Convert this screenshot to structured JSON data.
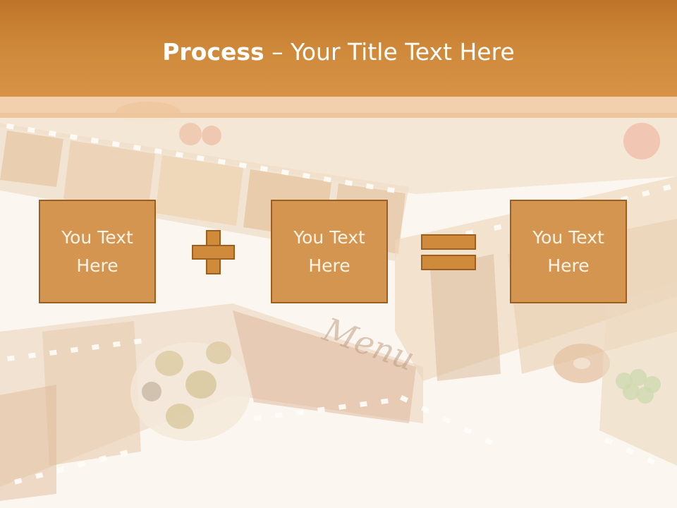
{
  "title": {
    "bold": "Process",
    "rest": " – Your Title Text Here"
  },
  "boxes": [
    {
      "label": "You Text\nHere"
    },
    {
      "label": "You Text\nHere"
    },
    {
      "label": "You Text\nHere"
    }
  ],
  "operators": [
    "plus-icon",
    "equals-icon"
  ],
  "colors": {
    "header": "#c97d31",
    "box": "#d49550",
    "box_border": "#9b5f22",
    "background": "#fbf6f0"
  },
  "background_image": {
    "menu_text": "Menu"
  }
}
